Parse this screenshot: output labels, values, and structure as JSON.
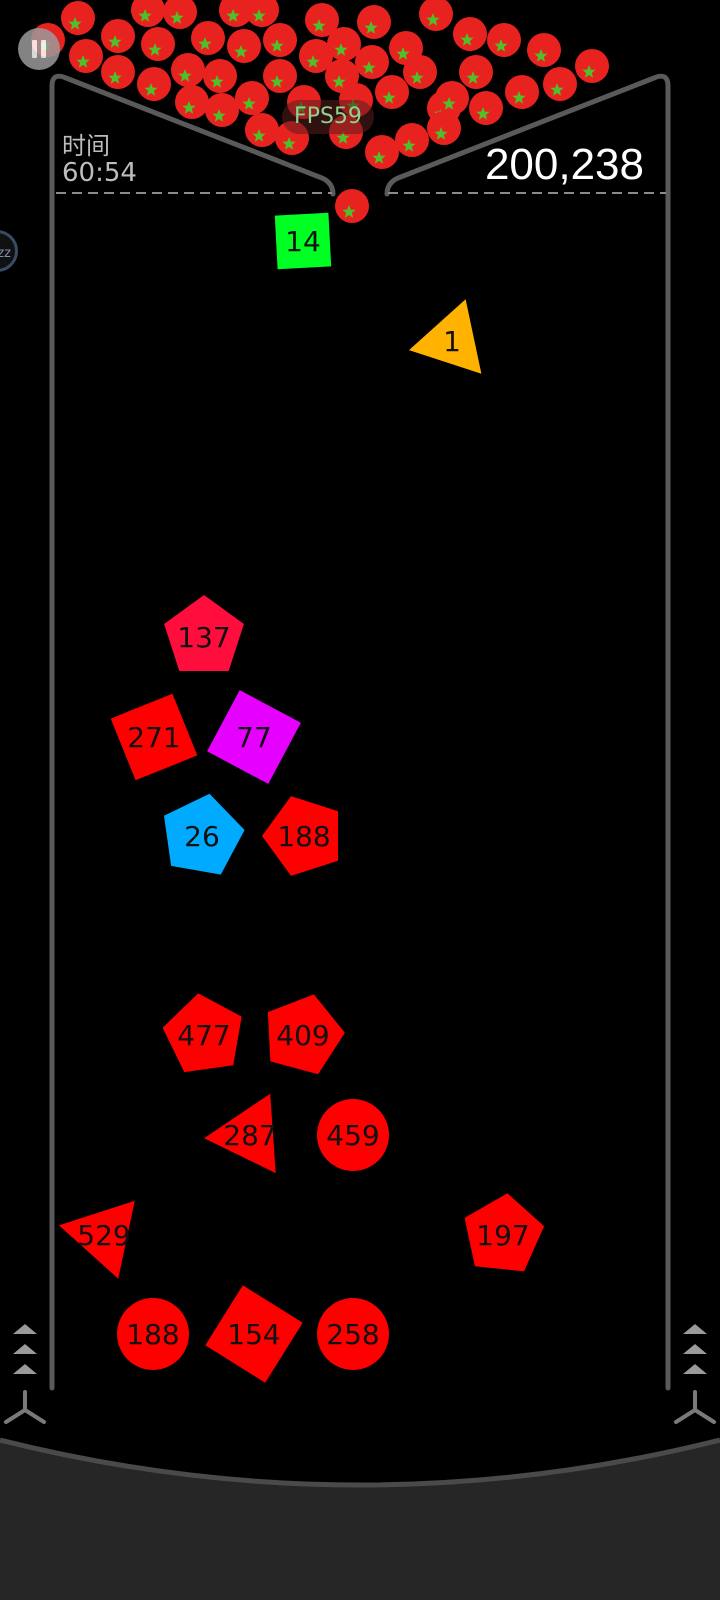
{
  "hud": {
    "time_label": "时间",
    "time_value": "60:54",
    "score": "200,238",
    "fps": "FPS59",
    "sleep_label": "zz"
  },
  "colors": {
    "red": "#ff0000",
    "crimson": "#ff0d3c",
    "green": "#00ff22",
    "orange": "#ffb300",
    "magenta": "#e600ff",
    "blue": "#00aaff",
    "wall": "#5a5a5a",
    "tray": "#262626",
    "ball_red": "#e8231f",
    "ball_star": "#4fc02a"
  },
  "pieces": [
    {
      "label": "14",
      "shape": "square",
      "color": "green"
    },
    {
      "label": "1",
      "shape": "triangle",
      "color": "orange"
    },
    {
      "label": "137",
      "shape": "pentagon",
      "color": "crimson"
    },
    {
      "label": "271",
      "shape": "square",
      "color": "red"
    },
    {
      "label": "77",
      "shape": "square",
      "color": "magenta"
    },
    {
      "label": "26",
      "shape": "pentagon",
      "color": "blue"
    },
    {
      "label": "188",
      "shape": "pentagon",
      "color": "red"
    },
    {
      "label": "477",
      "shape": "pentagon",
      "color": "red"
    },
    {
      "label": "409",
      "shape": "pentagon",
      "color": "red"
    },
    {
      "label": "287",
      "shape": "triangle",
      "color": "red"
    },
    {
      "label": "459",
      "shape": "circle",
      "color": "red"
    },
    {
      "label": "529",
      "shape": "triangle",
      "color": "red"
    },
    {
      "label": "197",
      "shape": "pentagon",
      "color": "red"
    },
    {
      "label": "188",
      "shape": "circle",
      "color": "red"
    },
    {
      "label": "154",
      "shape": "square",
      "color": "red"
    },
    {
      "label": "258",
      "shape": "circle",
      "color": "red"
    }
  ]
}
